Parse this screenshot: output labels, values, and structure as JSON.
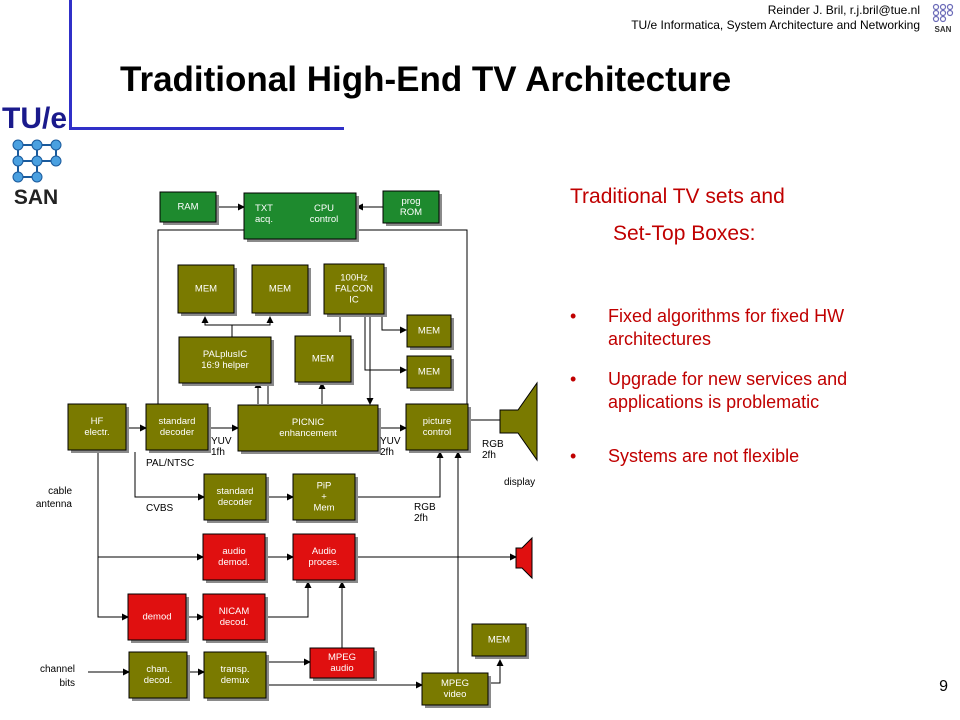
{
  "header": {
    "author_line": "Reinder J. Bril, r.j.bril@tue.nl",
    "affiliation_line": "TU/e Informatica, System Architecture and Networking"
  },
  "logo": {
    "text": "TU/e",
    "san": "SAN"
  },
  "corner_logo": {
    "text": "SAN"
  },
  "title": "Traditional High-End TV Architecture",
  "page_number": "9",
  "intro": {
    "line1": "Traditional TV sets and",
    "line2": "Set-Top Boxes:"
  },
  "bullets": [
    "Fixed algorithms for fixed HW architectures",
    "Upgrade for new services and applications is problematic",
    "Systems are not flexible"
  ],
  "bullet_symbol": "•",
  "colors": {
    "olive": "#7a7a00",
    "green": "#1e8a2e",
    "red": "#e01010",
    "accent_line": "#3030c8",
    "text_red": "#c00000"
  },
  "diagram": {
    "blocks": {
      "ram": [
        "RAM"
      ],
      "txt_cpu_a": [
        "TXT",
        "acq."
      ],
      "txt_cpu_b": [
        "CPU",
        "control"
      ],
      "prog_rom": [
        "prog",
        "ROM"
      ],
      "mem1": [
        "MEM"
      ],
      "mem2": [
        "MEM"
      ],
      "falcon": [
        "100Hz",
        "FALCON",
        "IC"
      ],
      "mem_r1": [
        "MEM"
      ],
      "mem_r2": [
        "MEM"
      ],
      "palplus": [
        "PALplusIC",
        "16:9 helper"
      ],
      "mem3": [
        "MEM"
      ],
      "hf": [
        "HF",
        "electr."
      ],
      "std_dec1": [
        "standard",
        "decoder"
      ],
      "picnic": [
        "PICNIC",
        "enhancement"
      ],
      "picture": [
        "picture",
        "control"
      ],
      "std_dec2": [
        "standard",
        "decoder"
      ],
      "pip": [
        "PiP",
        "+",
        "Mem"
      ],
      "audio_demod": [
        "audio",
        "demod."
      ],
      "audio_proc": [
        "Audio",
        "proces."
      ],
      "demod": [
        "demod"
      ],
      "nicam": [
        "NICAM",
        "decod."
      ],
      "chan_decod": [
        "chan.",
        "decod."
      ],
      "transp": [
        "transp.",
        "demux"
      ],
      "mpeg_audio": [
        "MPEG",
        "audio"
      ],
      "mem_bottom": [
        "MEM"
      ],
      "mpeg_video": [
        "MPEG",
        "video"
      ]
    },
    "labels": {
      "yuv1": "YUV",
      "fh1": "1fh",
      "yuv2": "YUV",
      "fh2": "2fh",
      "rgb1": "RGB",
      "fh3": "2fh",
      "pal_ntsc": "PAL/NTSC",
      "cvbs": "CVBS",
      "rgb2": "RGB",
      "fh4": "2fh",
      "cable1": "cable",
      "cable2": "antenna",
      "display": "display",
      "chanbits1": "channel",
      "chanbits2": "bits"
    }
  }
}
